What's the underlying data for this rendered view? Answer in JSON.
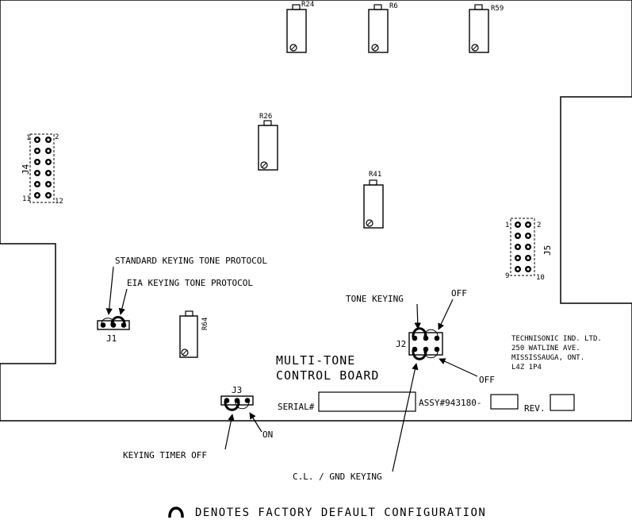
{
  "board": {
    "title_line1": "MULTI-TONE",
    "title_line2": "CONTROL BOARD",
    "serial_label": "SERIAL#",
    "assy_label": "ASSY#943180-",
    "rev_label": "REV.",
    "company": [
      "TECHNISONIC IND. LTD.",
      "250 WATLINE AVE.",
      "MISSISSAUGA, ONT.",
      "L4Z  1P4"
    ]
  },
  "trimpots": [
    {
      "id": "r24",
      "label": "R24"
    },
    {
      "id": "r6",
      "label": "R6"
    },
    {
      "id": "r59",
      "label": "R59"
    },
    {
      "id": "r26",
      "label": "R26"
    },
    {
      "id": "r41",
      "label": "R41"
    },
    {
      "id": "r64",
      "label": "R64"
    }
  ],
  "headers": {
    "j4": {
      "label": "J4",
      "pin_first": "1",
      "pin_second": "2",
      "pin_last_odd": "11",
      "pin_last_even": "12"
    },
    "j5": {
      "label": "J5",
      "pin_first": "1",
      "pin_second": "2",
      "pin_last_odd": "9",
      "pin_last_even": "10"
    }
  },
  "jumpers": {
    "j1": {
      "label": "J1",
      "callout_standard": "STANDARD KEYING TONE PROTOCOL",
      "callout_eia": "EIA KEYING TONE PROTOCOL"
    },
    "j2": {
      "label": "J2",
      "callout_tone": "TONE KEYING",
      "callout_off_top": "OFF",
      "callout_off_bottom": "OFF",
      "callout_cl": "C.L. / GND KEYING"
    },
    "j3": {
      "label": "J3",
      "callout_timer_off": "KEYING TIMER OFF",
      "callout_on": "ON"
    }
  },
  "legend": {
    "text": "DENOTES FACTORY DEFAULT CONFIGURATION"
  }
}
